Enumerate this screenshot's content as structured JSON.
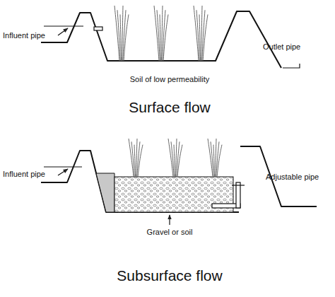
{
  "diagram": {
    "labels": [
      "Influent pipe",
      "Outlet pipe",
      "Soil of low permeability",
      "Surface flow",
      "Influent pipe",
      "Adjustable pipe",
      "Gravel or soil",
      "Subsurface flow"
    ]
  }
}
